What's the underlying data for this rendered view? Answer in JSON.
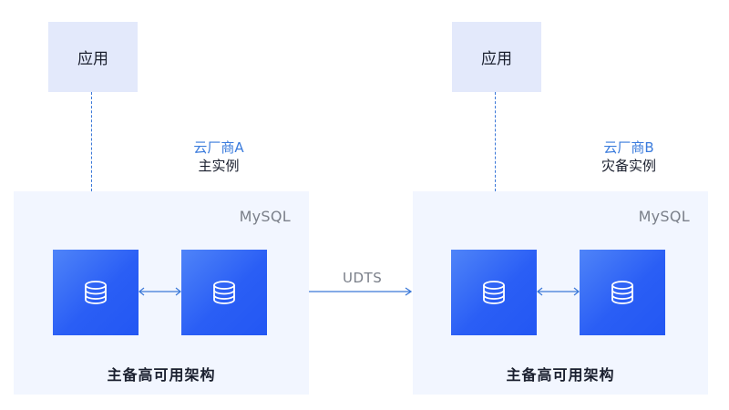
{
  "colors": {
    "app_box_bg": "#e3e9fb",
    "panel_bg": "#f2f6ff",
    "db_box": "#2a5ef5",
    "connector": "#3b78d8",
    "vendor_text": "#3a7bdc"
  },
  "left": {
    "app_label": "应用",
    "vendor_name": "云厂商A",
    "vendor_role": "主实例",
    "panel_label": "MySQL",
    "db_icons": [
      "database-icon",
      "database-icon"
    ],
    "caption": "主备高可用架构"
  },
  "right": {
    "app_label": "应用",
    "vendor_name": "云厂商B",
    "vendor_role": "灾备实例",
    "panel_label": "MySQL",
    "db_icons": [
      "database-icon",
      "database-icon"
    ],
    "caption": "主备高可用架构"
  },
  "link": {
    "label": "UDTS",
    "direction": "left-to-right"
  }
}
